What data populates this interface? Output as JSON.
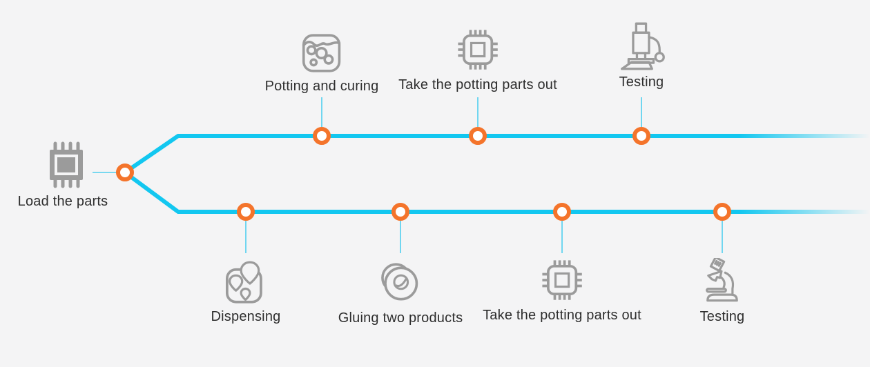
{
  "diagram": {
    "type": "process-flow",
    "colors": {
      "background": "#f4f4f5",
      "flow_line": "#12c7f0",
      "thin_connector": "#4fcfef",
      "node_ring": "#f4742b",
      "node_fill": "#ffffff",
      "icon_gray": "#9b9b9b",
      "text": "#2e2e2e"
    },
    "start": {
      "label": "Load the parts",
      "icon": "chip-filled-icon"
    },
    "branches": {
      "top": {
        "steps": [
          {
            "label": "Potting and curing",
            "icon": "potting-jar-icon"
          },
          {
            "label": "Take the potting parts out",
            "icon": "chip-icon"
          },
          {
            "label": "Testing",
            "icon": "microscope-icon"
          }
        ]
      },
      "bottom": {
        "steps": [
          {
            "label": "Dispensing",
            "icon": "map-pins-icon"
          },
          {
            "label": "Gluing two products",
            "icon": "glued-discs-icon"
          },
          {
            "label": "Take the potting parts out",
            "icon": "chip-icon"
          },
          {
            "label": "Testing",
            "icon": "microscope-icon"
          }
        ]
      }
    }
  }
}
